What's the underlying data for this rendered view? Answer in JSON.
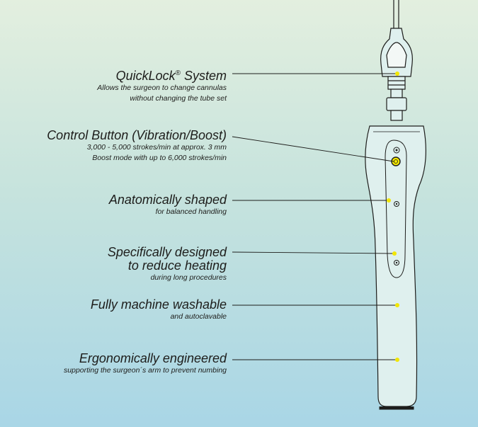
{
  "callouts": [
    {
      "title": "QuickLock",
      "title_reg": "®",
      "title_suffix": " System",
      "lines": [
        "Allows the surgeon to change cannulas",
        "without changing the tube set"
      ]
    },
    {
      "title": "Control Button (Vibration/Boost)",
      "lines": [
        "3,000 - 5,000 strokes/min at approx. 3 mm",
        "Boost mode with up to 6,000 strokes/min"
      ]
    },
    {
      "title": "Anatomically shaped",
      "lines": [
        "for balanced handling"
      ]
    },
    {
      "title": "Specifically designed",
      "title_line2": "to reduce heating",
      "lines": [
        "during long procedures"
      ]
    },
    {
      "title": "Fully machine washable",
      "lines": [
        "and autoclavable"
      ]
    },
    {
      "title": "Ergonomically engineered",
      "lines": [
        "supporting the surgeon´s arm to prevent numbing"
      ]
    }
  ],
  "colors": {
    "marker": "#f2e600",
    "line": "#1d1d1b",
    "device_fill": "#dff0ee"
  }
}
